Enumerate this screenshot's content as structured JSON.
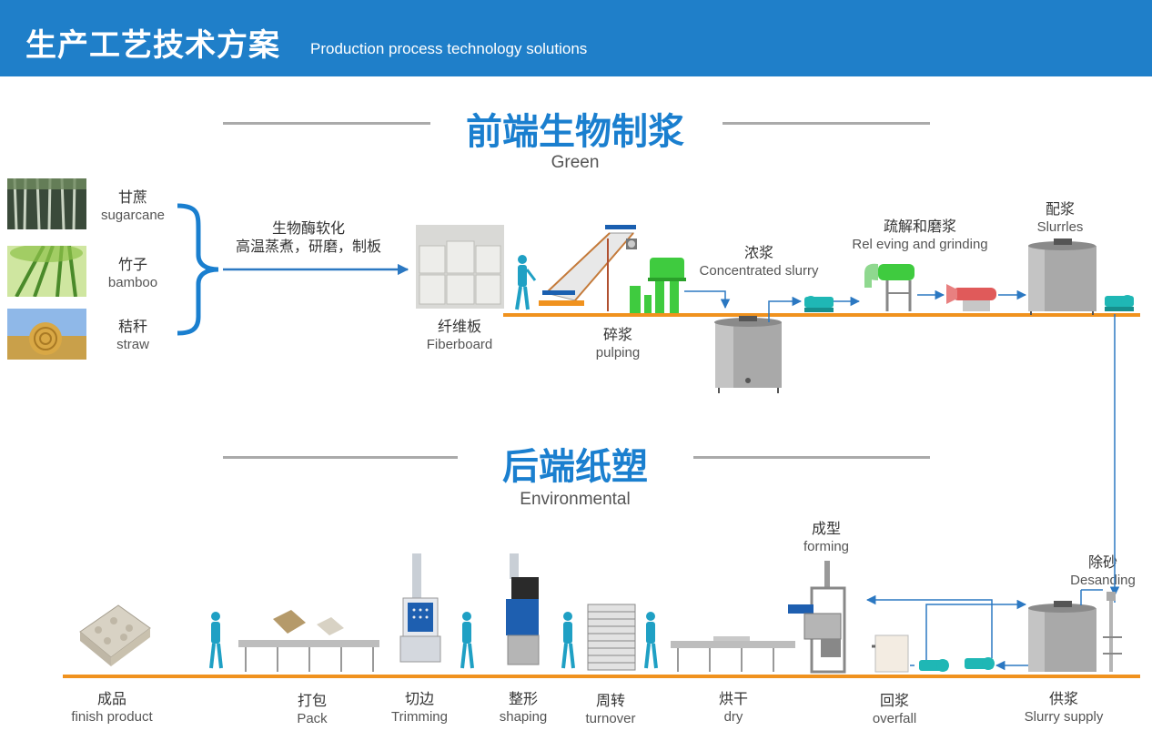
{
  "header": {
    "title": "生产工艺技术方案",
    "subtitle": "Production process technology solutions"
  },
  "front_section": {
    "title": "前端生物制浆",
    "subtitle": "Green"
  },
  "back_section": {
    "title": "后端纸塑",
    "subtitle": "Environmental"
  },
  "raw_materials": [
    {
      "cn": "甘蔗",
      "en": "sugarcane"
    },
    {
      "cn": "竹子",
      "en": "bamboo"
    },
    {
      "cn": "秸秆",
      "en": "straw"
    }
  ],
  "treatment": {
    "line1": "生物酶软化",
    "line2": "高温蒸煮，研磨，制板"
  },
  "front_steps": {
    "fiberboard": {
      "cn": "纤维板",
      "en": "Fiberboard"
    },
    "pulping": {
      "cn": "碎浆",
      "en": "pulping"
    },
    "concentrated": {
      "cn": "浓浆",
      "en": "Concentrated slurry"
    },
    "grinding": {
      "cn": "疏解和磨浆",
      "en": "Rel eving and grinding"
    },
    "slurries": {
      "cn": "配浆",
      "en": "Slurrles"
    }
  },
  "back_steps": {
    "finish": {
      "cn": "成品",
      "en": "finish product"
    },
    "pack": {
      "cn": "打包",
      "en": "Pack"
    },
    "trimming": {
      "cn": "切边",
      "en": "Trimming"
    },
    "shaping": {
      "cn": "整形",
      "en": "shaping"
    },
    "turnover": {
      "cn": "周转",
      "en": "turnover"
    },
    "dry": {
      "cn": "烘干",
      "en": "dry"
    },
    "forming": {
      "cn": "成型",
      "en": "forming"
    },
    "overfall": {
      "cn": "回浆",
      "en": "overfall"
    },
    "desanding": {
      "cn": "除砂",
      "en": "Desanding"
    },
    "supply": {
      "cn": "供浆",
      "en": "Slurry supply"
    }
  },
  "colors": {
    "header_bg": "#1f7fc9",
    "title_blue": "#1a7fcf",
    "floor_orange": "#f0921e",
    "flow_blue": "#2b78c2",
    "pump_teal": "#1fb7b5",
    "machine_green": "#3fcb3f",
    "grinder_red": "#e05a5a"
  }
}
